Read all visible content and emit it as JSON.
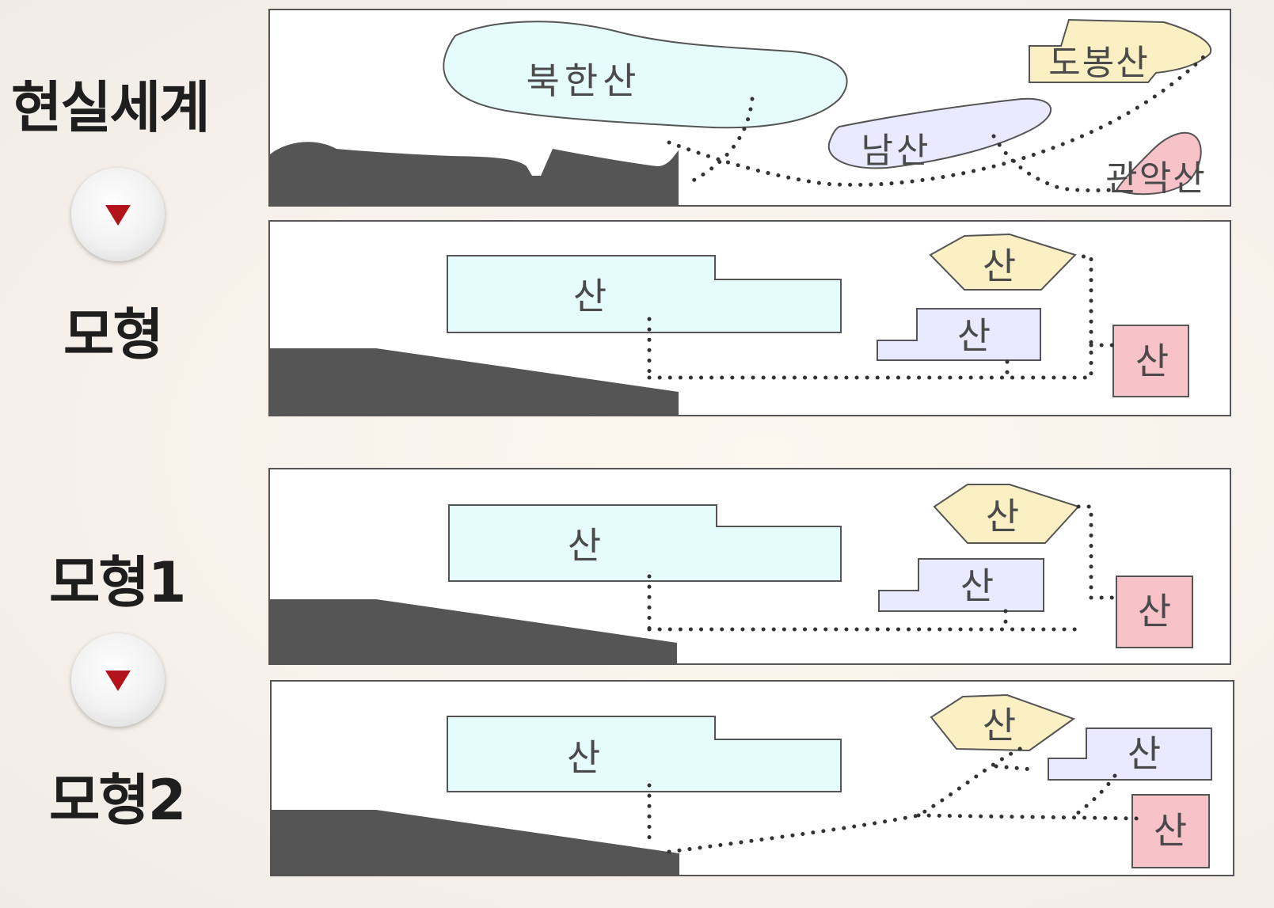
{
  "labels": {
    "real_world": "현실세계",
    "model": "모형",
    "model1": "모형1",
    "model2": "모형2"
  },
  "icons": {
    "step_arrow": "down-triangle-arrow-icon"
  },
  "colors": {
    "bukhansan": "#e6fbfb",
    "dobongsan": "#faf0c4",
    "namsan": "#e9e9ff",
    "gwanaksan": "#f8c3c8",
    "ground": "#555555",
    "arrow": "#b3141b"
  },
  "panels": {
    "real": {
      "bukhansan": "북한산",
      "dobongsan": "도봉산",
      "namsan": "남산",
      "gwanaksan": "관악산"
    },
    "model": {
      "bukhansan": "산",
      "dobongsan": "산",
      "namsan": "산",
      "gwanaksan": "산"
    },
    "model1": {
      "bukhansan": "산",
      "dobongsan": "산",
      "namsan": "산",
      "gwanaksan": "산"
    },
    "model2": {
      "bukhansan": "산",
      "dobongsan": "산",
      "namsan": "산",
      "gwanaksan": "산"
    }
  }
}
